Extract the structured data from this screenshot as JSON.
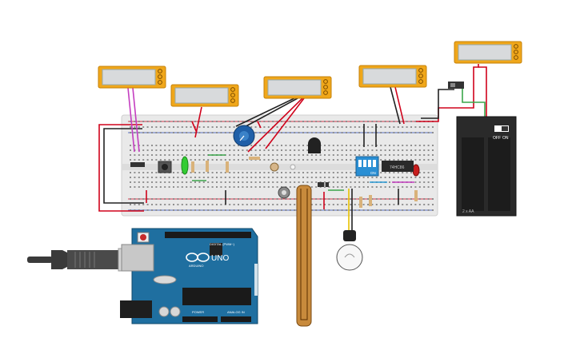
{
  "workspace": {
    "background_color": "#ffffff",
    "accent": "#e8a817",
    "wire_red": "#d0021b",
    "wire_black": "#222222",
    "wire_green": "#3aa64a",
    "wire_magenta": "#c43ec0"
  },
  "arduino": {
    "model_label": "UNO",
    "brand_label": "ARDUINO",
    "digital_header_label": "DIGITAL (PWM~)",
    "power_label": "POWER",
    "analog_label": "ANALOG IN",
    "board_color": "#1f6fa0"
  },
  "chips": [
    {
      "label": "74HC86"
    }
  ],
  "dip_switch": {
    "label": "ON"
  },
  "battery_pack": {
    "off_label": "OFF",
    "on_label": "ON",
    "capacity_label": "2 x AA"
  },
  "components": {
    "lcd_modules": 5,
    "lightbulb": "lightbulb-icon",
    "usb_cable": "usb-cable-icon",
    "flex_sensor": "flex-sensor-icon"
  }
}
